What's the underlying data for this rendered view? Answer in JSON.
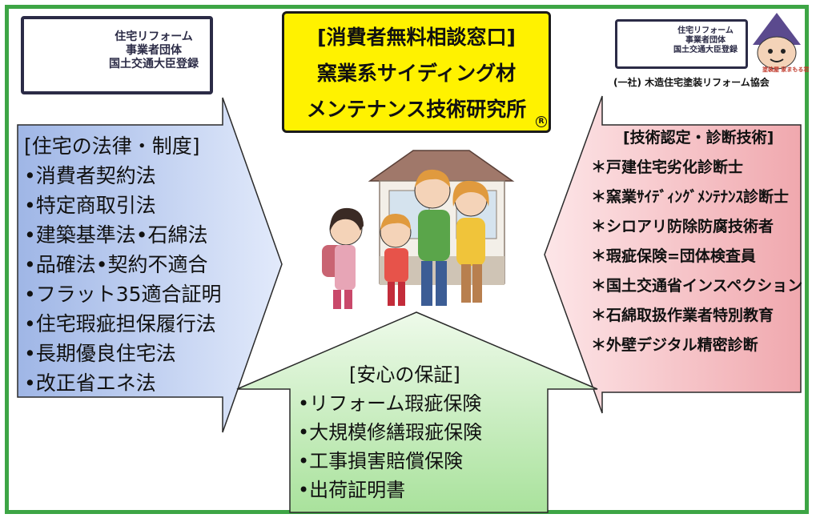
{
  "title": {
    "line1": "[消費者無料相談窓口]",
    "line2": "窯業系サイディング材",
    "line3": "メンテナンス技術研究所",
    "mark": "R"
  },
  "badge_left": {
    "line1": "住宅リフォーム",
    "line2": "事業者団体",
    "line3": "国土交通大臣登録"
  },
  "badge_right": {
    "line1": "住宅リフォーム",
    "line2": "事業者団体",
    "line3": "国土交通大臣登録",
    "org": "(一社) 木造住宅塗装リフォーム協会",
    "mascot_label": "塗装屋 家まもる君"
  },
  "left_panel": {
    "heading": "[住宅の法律・制度]",
    "items": [
      "•消費者契約法",
      "•特定商取引法",
      "•建築基準法•石綿法",
      "•品確法•契約不適合",
      "•フラット35適合証明",
      "•住宅瑕疵担保履行法",
      "•長期優良住宅法",
      "•改正省エネ法"
    ]
  },
  "right_panel": {
    "heading": "[技術認定・診断技術]",
    "items": [
      "＊戸建住宅劣化診断士",
      "＊窯業ｻｲﾃﾞｨﾝｸﾞﾒﾝﾃﾅﾝｽ診断士",
      "＊シロアリ防除防腐技術者",
      "＊瑕疵保険=団体検査員",
      "＊国土交通省インスペクション",
      "＊石綿取扱作業者特別教育",
      "＊外壁デジタル精密診断"
    ]
  },
  "bottom_panel": {
    "heading": "[安心の保証]",
    "items": [
      "•リフォーム瑕疵保険",
      "•大規模修繕瑕疵保険",
      "•工事損害賠償保険",
      "•出荷証明書"
    ]
  },
  "colors": {
    "frame": "#3da545",
    "left_arrow": "#c8d6f2",
    "right_arrow": "#f6cdd0",
    "bottom_arrow": "#cdeec4",
    "title_bg": "#fff200",
    "badge_border": "#2b2b46"
  }
}
